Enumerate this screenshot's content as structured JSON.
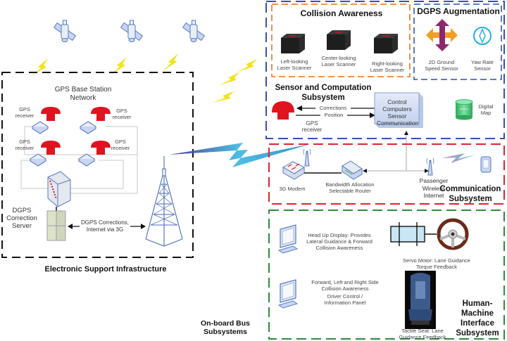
{
  "diagram": {
    "infrastructure": {
      "title": "Electronic Support Infrastructure",
      "base_station_title": "GPS Base Station Network",
      "gps_receiver_label": "GPS receiver",
      "correction_server_label": "DGPS Correction Server",
      "link_label": "DGPS Corrections, Internet via 3G"
    },
    "onboard": {
      "title": "On-board Bus Subsystems"
    },
    "collision_awareness": {
      "title": "Collision Awareness",
      "scanners": [
        {
          "label": "Left-looking Laser Scanner"
        },
        {
          "label": "Center-looking Laser Scanner"
        },
        {
          "label": "Right-looking Laser Scanner"
        }
      ]
    },
    "dgps_augmentation": {
      "title": "DGPS Augmentation",
      "sensors": [
        {
          "label": "2D Ground Speed Sensor"
        },
        {
          "label": "Yaw Rate Sensor"
        }
      ]
    },
    "sensor_computation": {
      "title": "Sensor and Computation Subsystem",
      "gps_receiver_label": "GPS receiver",
      "corrections_label": "Corrections",
      "position_label": "Position",
      "control_box_label": "Control Computers Sensor Communication",
      "database_label": "Database",
      "digital_map_label": "Digital Map"
    },
    "communication": {
      "title": "Communication Subsystem",
      "modem_label": "3G Modem",
      "router_label": "Bandwidth Allocation Selectable Router",
      "wireless_label": "Passenger Wireless Internet"
    },
    "hmi": {
      "title": "Human-Machine Interface Subsystem",
      "hud_label": "Head Up Display: Provides Lateral Guidance & Forward Collision Awareness",
      "servo_label": "Servo Motor: Lane Guidance Torque Feedback",
      "panel_label_1": "Forward, Left and Right Side Collision Awareness",
      "panel_label_2": "Driver Control / Information Panel",
      "seat_label": "Tactile Seat: Lane Guidance Feedback"
    },
    "colors": {
      "infrastructure_border": "#111111",
      "onboard_border": "#3a4fb0",
      "collision_border": "#e8873a",
      "augmentation_border": "#3a4fb0",
      "communication_border": "#d8262e",
      "hmi_border": "#2e8b3a",
      "gps_red": "#e0141e",
      "lightning_yellow": "#f2e21a"
    }
  }
}
